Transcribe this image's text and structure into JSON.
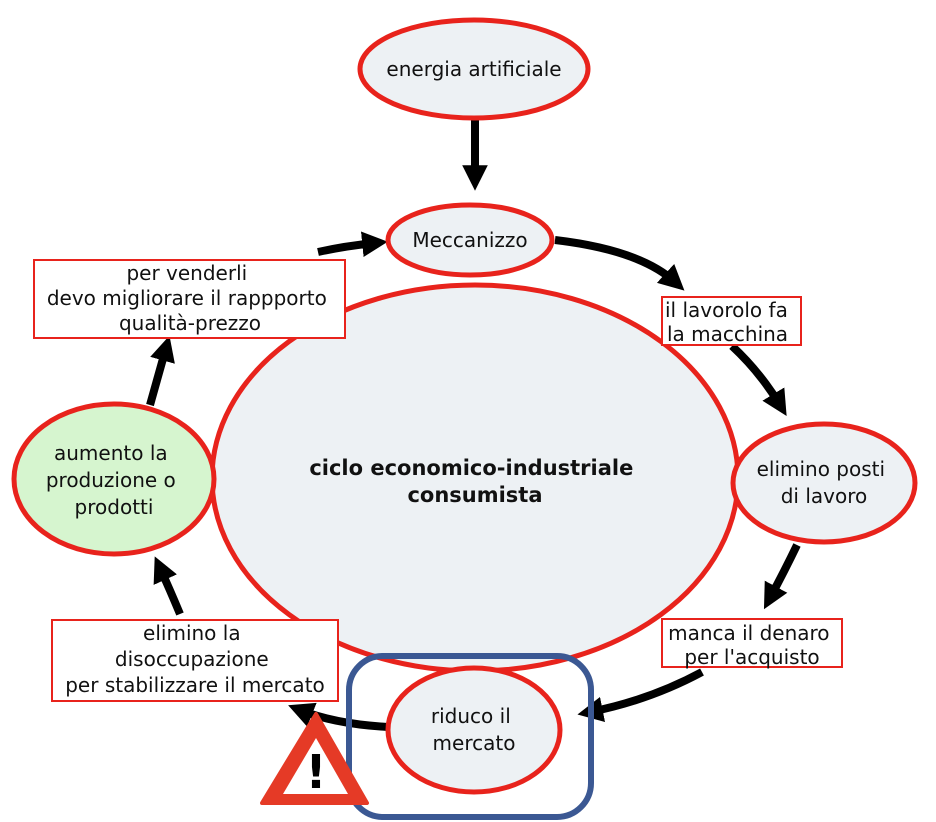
{
  "nodes": {
    "energia": [
      "energia artificiale"
    ],
    "meccanizzo": [
      "Meccanizzo"
    ],
    "center": [
      "ciclo economico-industriale",
      "consumista"
    ],
    "elimino_posti": [
      "elimino posti",
      "di lavoro"
    ],
    "riduco": [
      "riduco il",
      "mercato"
    ],
    "aumento": [
      "aumento la",
      "produzione o",
      "prodotti"
    ]
  },
  "edge_labels": {
    "lavorolo": [
      "il lavorolo fa",
      "la macchina"
    ],
    "manca": [
      "manca il denaro",
      "per l'acquisto"
    ],
    "disoccupazione": [
      "elimino la",
      "disoccupazione",
      "per stabilizzare il mercato"
    ],
    "vendere": [
      "per venderli",
      "devo migliorare il rappporto",
      "qualità-prezzo"
    ]
  },
  "colors": {
    "node_fill": "#edf1f4",
    "node_stroke": "#e8231c",
    "highlight_fill": "#d6f5cf",
    "label_box_stroke": "#e8231c",
    "arrow": "#000000",
    "focus_box": "#3b5893",
    "warning_fill": "#e53a26",
    "warning_inner": "#ffffff"
  },
  "warning": {
    "icon": "warning-triangle-icon",
    "symbol": "!"
  }
}
